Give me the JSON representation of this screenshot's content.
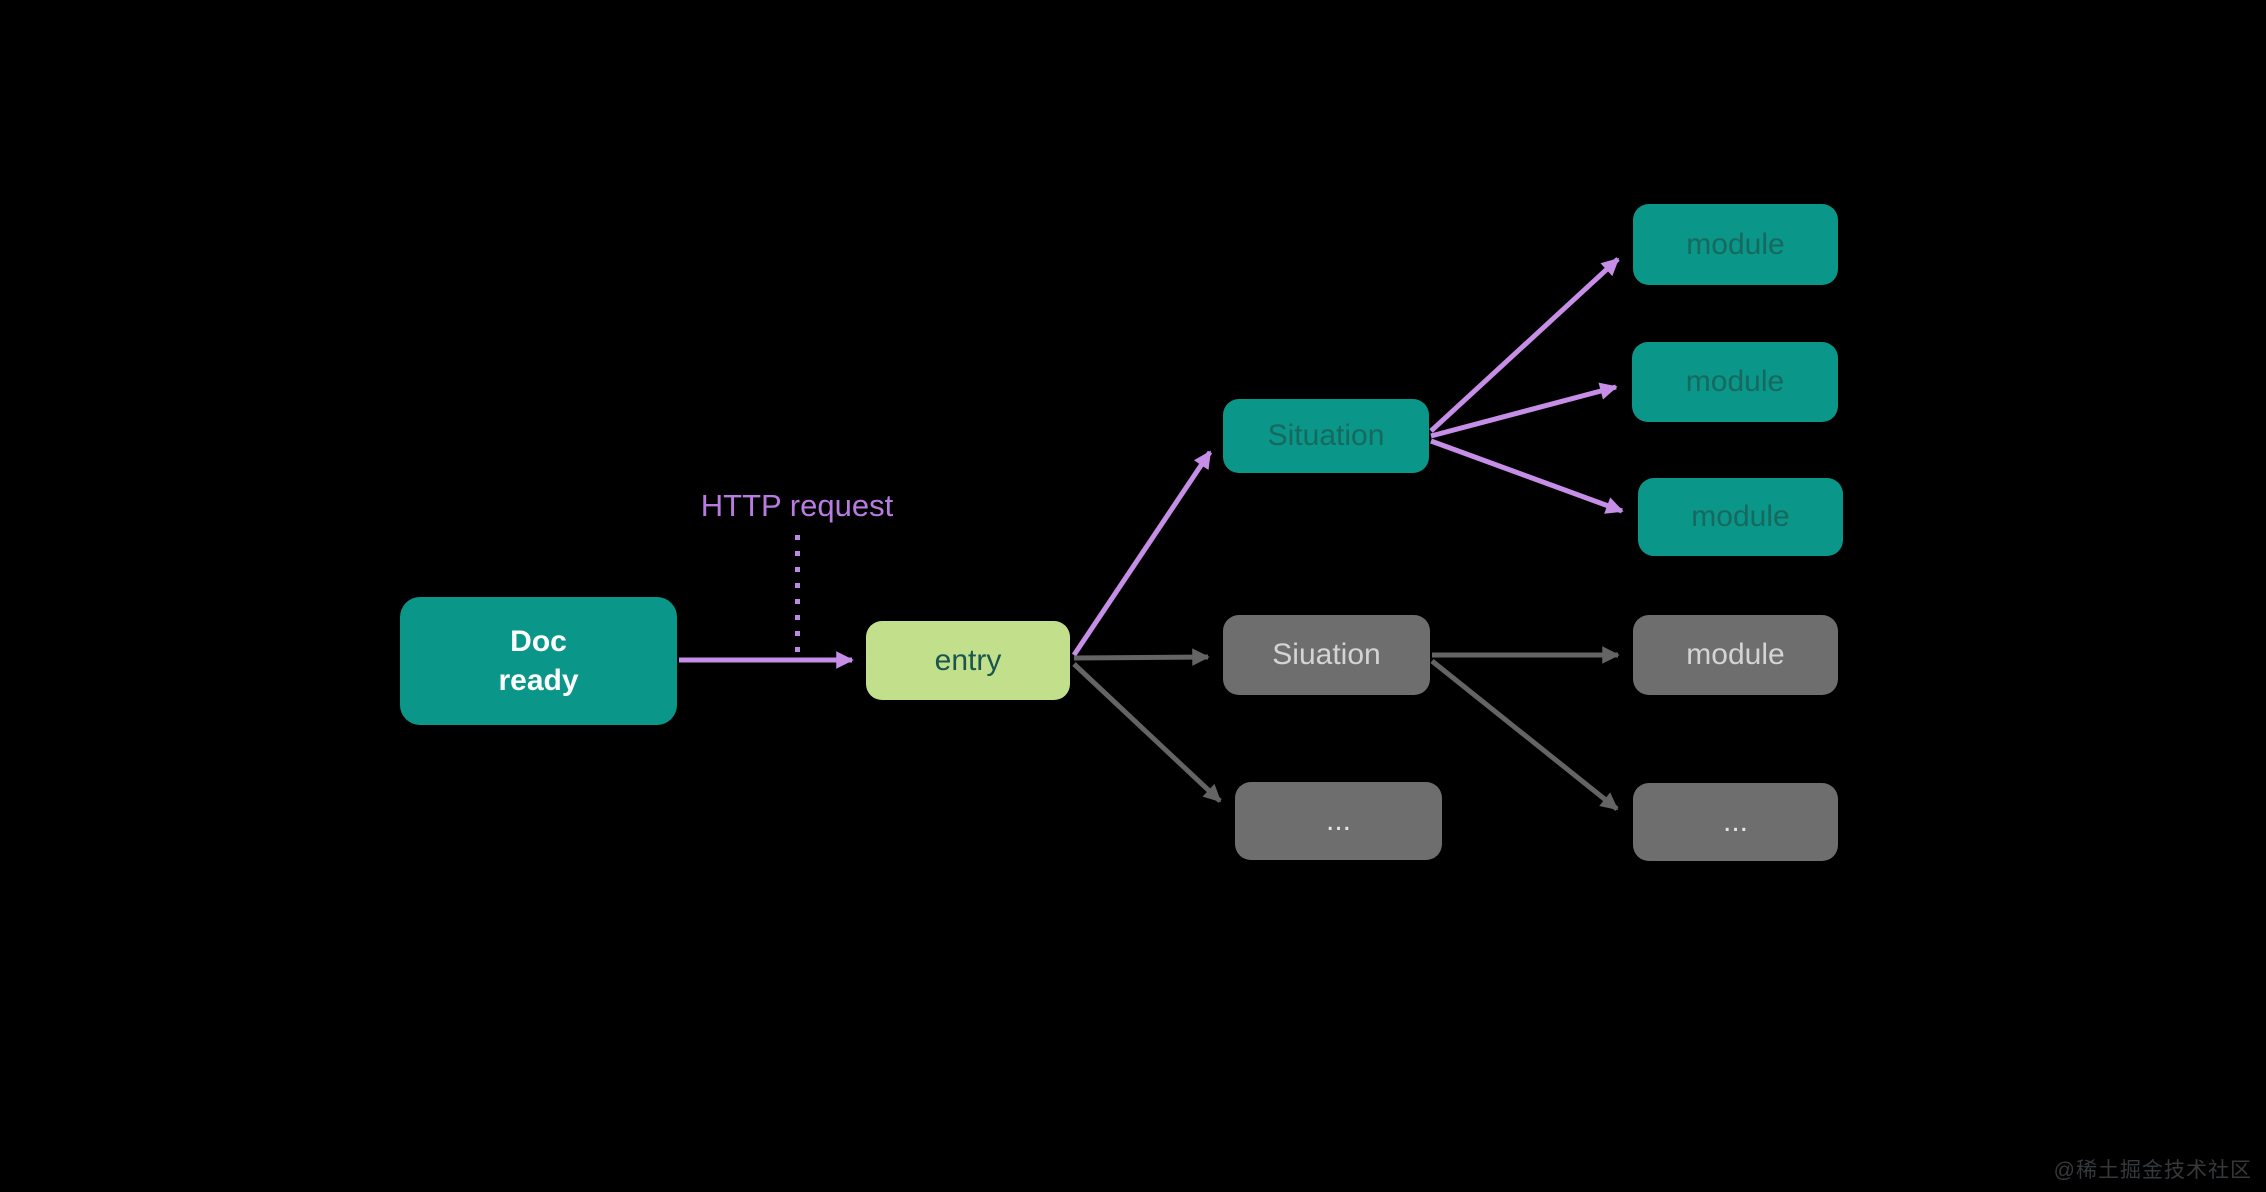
{
  "diagram": {
    "edge_label": "HTTP request",
    "nodes": {
      "doc_ready": "Doc ready",
      "entry": "entry",
      "situation": "Situation",
      "module_top": "module",
      "module_mid": "module",
      "module_bottom": "module",
      "siuation": "Siuation",
      "module_gray": "module",
      "ellipsis_left": "...",
      "ellipsis_right": "..."
    },
    "colors": {
      "background": "#000000",
      "teal_box": "#0a9688",
      "teal_box_text": "#17695f",
      "doc_ready_text": "#ffffff",
      "entry_box": "#c2df8b",
      "entry_box_text": "#1a564e",
      "gray_box": "#6e6e6e",
      "gray_box_text": "#d4d4d4",
      "purple_arrow": "#c78ee8",
      "purple_label": "#b87ce0",
      "gray_arrow": "#646464"
    }
  },
  "watermark": "@稀土掘金技术社区"
}
